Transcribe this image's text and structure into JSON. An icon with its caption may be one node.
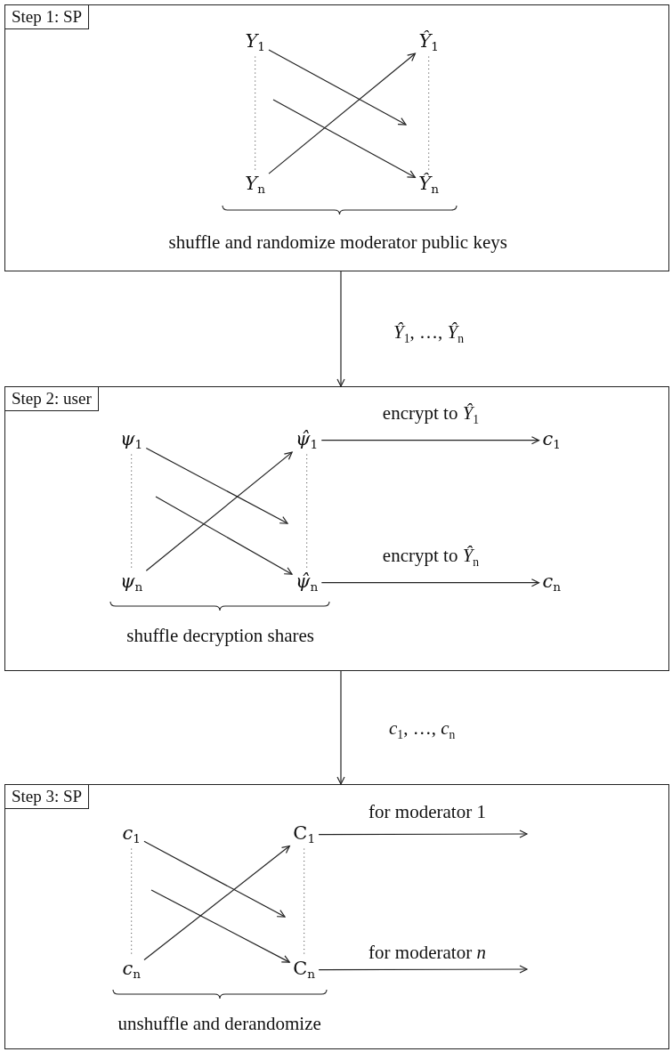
{
  "diagram": {
    "nodes": [
      {
        "text": [
          "shuffle and randomize moderator public keys"
        ]
      },
      {
        "text": [
          "Step 1: SP"
        ],
        "in": 0
      },
      {
        "text": [
          "*Y*$_{1}$"
        ],
        "in": 0
      },
      {
        "text": [
          "*Y*$_{n}$"
        ],
        "in": 0
      },
      {
        "text": [
          "*Ŷ*$_{1}$"
        ],
        "in": 0
      },
      {
        "text": [
          "*Ŷ*$_{n}$"
        ],
        "in": 0
      },
      {
        "text": [
          "shuffle decryption shares"
        ]
      },
      {
        "text": [
          "Step 2: user"
        ],
        "in": 6
      },
      {
        "text": [
          "*ψ*$_{1}$"
        ],
        "in": 6
      },
      {
        "text": [
          "*ψ*$_{n}$"
        ],
        "in": 6
      },
      {
        "text": [
          "*ψ̂*$_{1}$"
        ],
        "in": 6
      },
      {
        "text": [
          "*ψ̂*$_{n}$"
        ],
        "in": 6
      },
      {
        "text": [
          "*c*$_{1}$"
        ],
        "in": 6
      },
      {
        "text": [
          "*c*$_{n}$"
        ],
        "in": 6
      },
      {
        "text": [
          "unshuffle and derandomize"
        ]
      },
      {
        "text": [
          "Step 3: SP"
        ],
        "in": 14
      },
      {
        "text": [
          "*c*$_{1}$"
        ],
        "in": 14
      },
      {
        "text": [
          "*c*$_{n}$"
        ],
        "in": 14
      },
      {
        "text": [
          "C$_{1}$"
        ],
        "in": 14
      },
      {
        "text": [
          "C$_{n}$"
        ],
        "in": 14
      }
    ],
    "edges": [
      {
        "from": 2,
        "to": null,
        "arrow": "to"
      },
      {
        "from": null,
        "to": 5,
        "arrow": "to"
      },
      {
        "from": 3,
        "to": 4,
        "arrow": "to"
      },
      {
        "from": 2,
        "to": 3,
        "arrow": "none",
        "style": "dashed"
      },
      {
        "from": 4,
        "to": 5,
        "arrow": "none",
        "style": "dashed"
      },
      {
        "from": 0,
        "to": 6,
        "arrow": "to",
        "label": "*Ŷ*$_{1}$, …, *Ŷ*$_{n}$"
      },
      {
        "from": 8,
        "to": null,
        "arrow": "to"
      },
      {
        "from": null,
        "to": 11,
        "arrow": "to"
      },
      {
        "from": 9,
        "to": 10,
        "arrow": "to"
      },
      {
        "from": 8,
        "to": 9,
        "arrow": "none",
        "style": "dashed"
      },
      {
        "from": 10,
        "to": 11,
        "arrow": "none",
        "style": "dashed"
      },
      {
        "from": 10,
        "to": 12,
        "arrow": "to",
        "label": "encrypt to *Ŷ*$_{1}$"
      },
      {
        "from": 11,
        "to": 13,
        "arrow": "to",
        "label": "encrypt to *Ŷ*$_{n}$"
      },
      {
        "from": 6,
        "to": 14,
        "arrow": "to",
        "label": "*c*$_{1}$, …, *c*$_{n}$"
      },
      {
        "from": 16,
        "to": null,
        "arrow": "to"
      },
      {
        "from": null,
        "to": 19,
        "arrow": "to"
      },
      {
        "from": 17,
        "to": 18,
        "arrow": "to"
      },
      {
        "from": 16,
        "to": 17,
        "arrow": "none",
        "style": "dashed"
      },
      {
        "from": 18,
        "to": 19,
        "arrow": "none",
        "style": "dashed"
      },
      {
        "from": 18,
        "to": null,
        "arrow": "to",
        "label": "for moderator 1"
      },
      {
        "from": 19,
        "to": null,
        "arrow": "to",
        "label": "for moderator *n*"
      }
    ]
  }
}
